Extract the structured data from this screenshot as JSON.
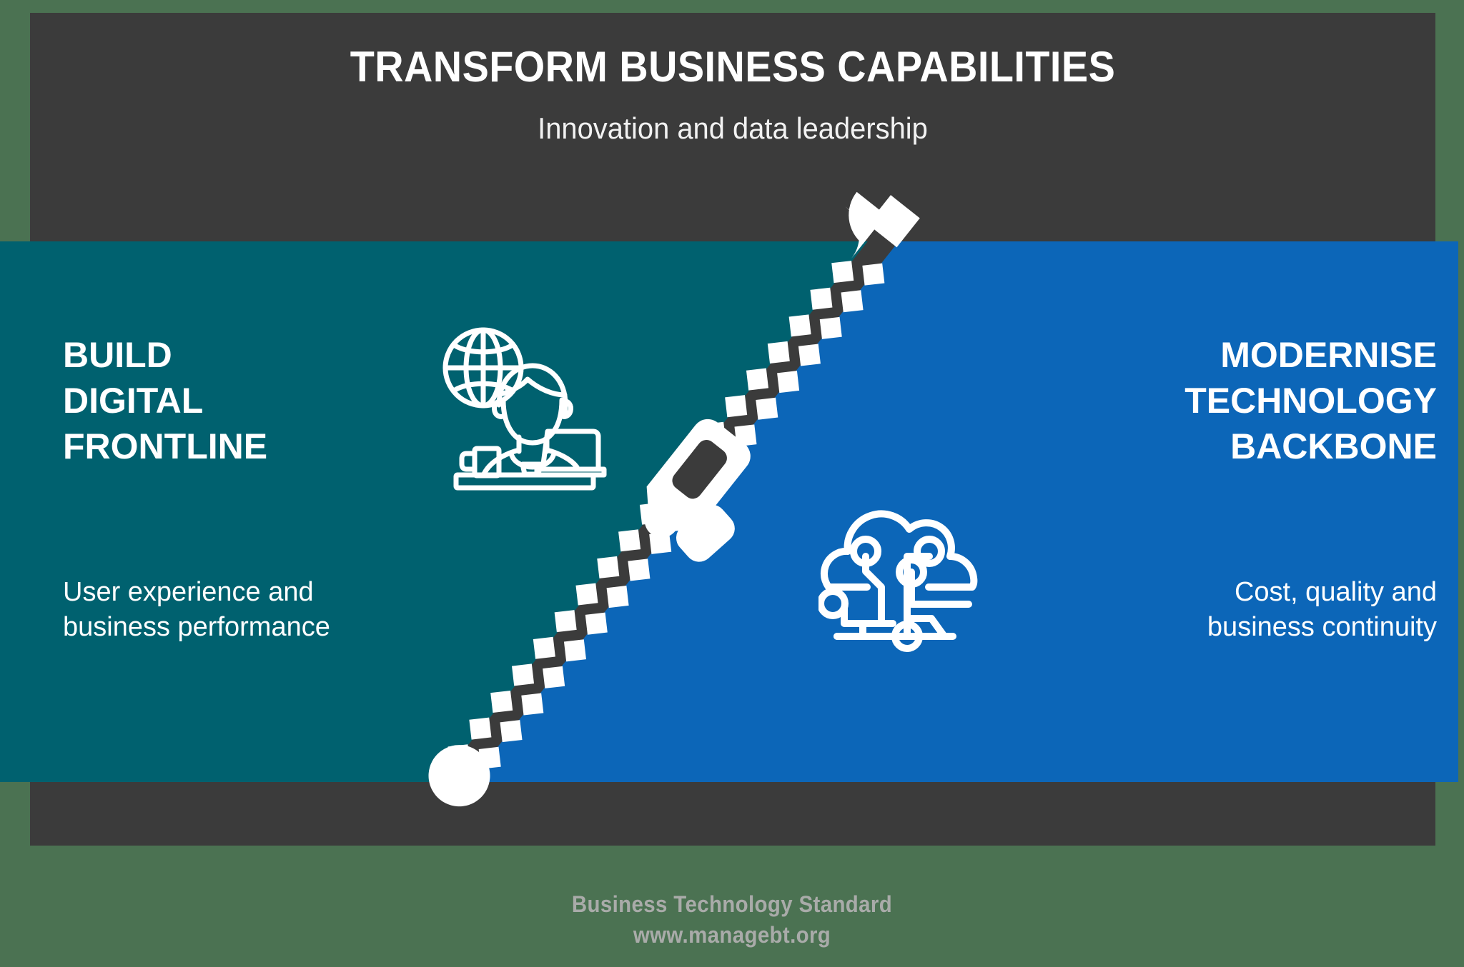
{
  "header": {
    "title": "TRANSFORM BUSINESS CAPABILITIES",
    "subtitle": "Innovation and data leadership"
  },
  "panels": {
    "left": {
      "title_line1": "BUILD",
      "title_line2": "DIGITAL",
      "title_line3": "FRONTLINE",
      "sub_line1": "User experience and",
      "sub_line2": "business performance",
      "background_color": "#00616f",
      "icon": "person-at-desk-globe-icon"
    },
    "right": {
      "title_line1": "MODERNISE",
      "title_line2": "TECHNOLOGY",
      "title_line3": "BACKBONE",
      "sub_line1": "Cost, quality and",
      "sub_line2": "business continuity",
      "background_color": "#0c66b8",
      "icon": "cloud-circuit-icon"
    }
  },
  "divider": {
    "type": "zipper-icon",
    "color": "#ffffff",
    "spine_color": "#3b3b3b"
  },
  "footer": {
    "line1": "Business Technology Standard",
    "line2": "www.managebt.org"
  },
  "colors": {
    "page_background": "#4b7252",
    "card_background": "#3b3b3b",
    "teal": "#00616f",
    "blue": "#0c66b8",
    "text_light": "#ffffff",
    "footer_text": "#a9aba9"
  }
}
